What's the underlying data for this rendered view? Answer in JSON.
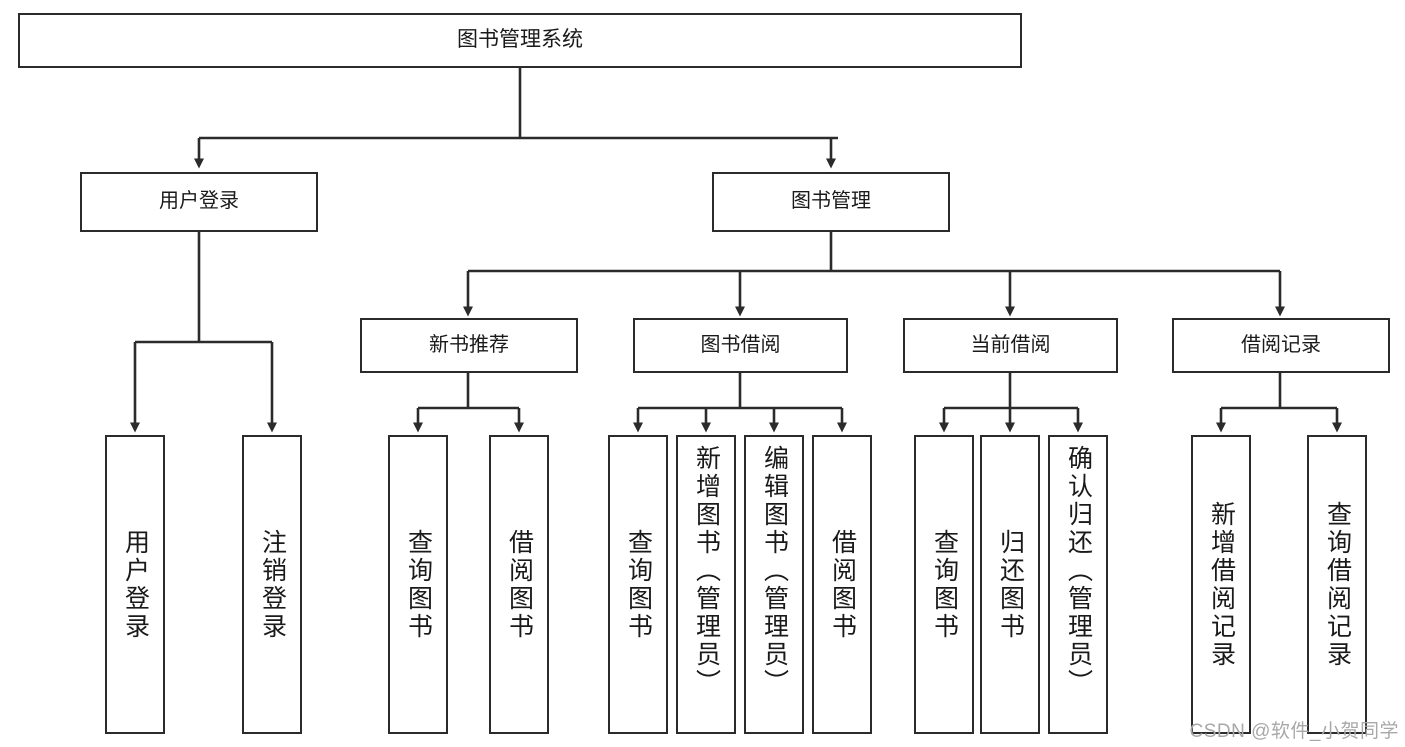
{
  "diagram": {
    "type": "tree",
    "root": {
      "id": "root",
      "label": "图书管理系统"
    },
    "level1": [
      {
        "id": "user-login",
        "label": "用户登录"
      },
      {
        "id": "book-manage",
        "label": "图书管理"
      }
    ],
    "level2": [
      {
        "id": "new-book-recommend",
        "label": "新书推荐"
      },
      {
        "id": "book-borrow",
        "label": "图书借阅"
      },
      {
        "id": "current-borrow",
        "label": "当前借阅"
      },
      {
        "id": "borrow-record",
        "label": "借阅记录"
      }
    ],
    "leaves": {
      "user_login": [
        {
          "id": "leaf-user-login",
          "label": "用户登录"
        },
        {
          "id": "leaf-logout",
          "label": "注销登录"
        }
      ],
      "new_book_recommend": [
        {
          "id": "leaf-query-book-1",
          "label": "查询图书"
        },
        {
          "id": "leaf-borrow-book-1",
          "label": "借阅图书"
        }
      ],
      "book_borrow": [
        {
          "id": "leaf-query-book-2",
          "label": "查询图书"
        },
        {
          "id": "leaf-add-book",
          "label": "新增图书（管理员）"
        },
        {
          "id": "leaf-edit-book",
          "label": "编辑图书（管理员）"
        },
        {
          "id": "leaf-borrow-book-2",
          "label": "借阅图书"
        }
      ],
      "current_borrow": [
        {
          "id": "leaf-query-book-3",
          "label": "查询图书"
        },
        {
          "id": "leaf-return-book",
          "label": "归还图书"
        },
        {
          "id": "leaf-confirm-return",
          "label": "确认归还（管理员）"
        }
      ],
      "borrow_record": [
        {
          "id": "leaf-add-record",
          "label": "新增借阅记录"
        },
        {
          "id": "leaf-query-record",
          "label": "查询借阅记录"
        }
      ]
    }
  },
  "watermark": {
    "text": "CSDN @软件_小贺同学"
  },
  "colors": {
    "stroke": "#2b2b2b",
    "background": "#ffffff",
    "text": "#1a1a1a",
    "watermark": "#a8a8a8"
  }
}
